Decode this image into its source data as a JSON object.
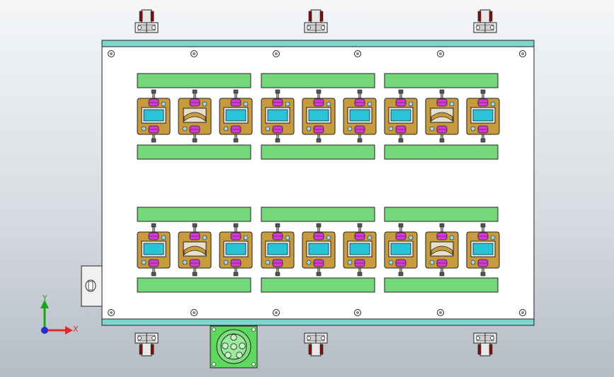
{
  "viewport": {
    "axis_triad": {
      "y_label": "Y",
      "x_label": "X",
      "y_color": "#1aa51a",
      "x_color": "#e02a2a",
      "z_color": "#2a2ad0"
    }
  },
  "assembly": {
    "plate_color": "#ffffff",
    "rail_color": "#7fd6cf",
    "label_bar_color": "#74d87a",
    "fixture_color": "#c89a3e",
    "window_color": "#28c4d8",
    "clamp_color": "#d23cd2",
    "connector_color": "#5fd85f",
    "outline_color": "#222222",
    "fixture_rows": 2,
    "groups_per_row": 3,
    "fixtures_per_group": 3,
    "top_clamps": 3,
    "bottom_clamps": 3
  }
}
